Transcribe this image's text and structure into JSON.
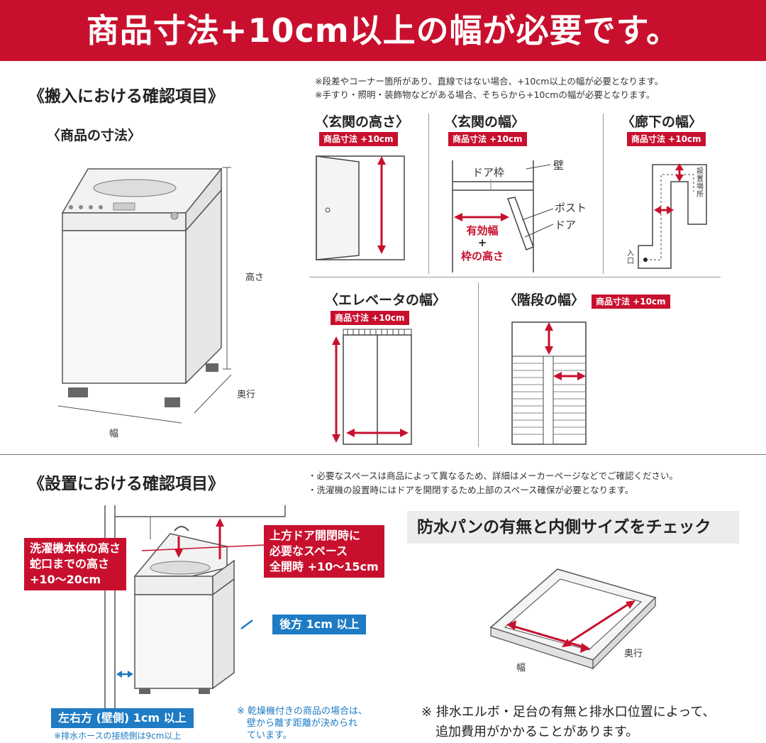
{
  "banner": {
    "title": "商品寸法+10cm以上の幅が必要です。"
  },
  "carry_in": {
    "title": "《搬入における確認項目》",
    "notes": [
      "※段差やコーナー箇所があり、直線ではない場合、+10cm以上の幅が必要となります。",
      "※手すり・照明・装飾物などがある場合、そちらから+10cmの幅が必要となります。"
    ],
    "product": {
      "title": "〈商品の寸法〉",
      "height_label": "高さ",
      "depth_label": "奥行",
      "width_label": "幅"
    },
    "entrance_height": {
      "title": "〈玄関の高さ〉",
      "badge": "商品寸法 +10cm"
    },
    "entrance_width": {
      "title": "〈玄関の幅〉",
      "badge": "商品寸法 +10cm",
      "frame_label": "ドア枠",
      "wall_label": "壁",
      "post_label": "ポスト",
      "door_label": "ドア",
      "effective_label": "有効幅",
      "plus": "+",
      "frame_height_label": "枠の高さ"
    },
    "hallway": {
      "title": "〈廊下の幅〉",
      "badge": "商品寸法 +10cm",
      "install_label": "設置場所",
      "entrance_label": "入口"
    },
    "elevator": {
      "title": "〈エレベータの幅〉",
      "badge": "商品寸法 +10cm"
    },
    "stairs": {
      "title": "〈階段の幅〉",
      "badge": "商品寸法 +10cm"
    }
  },
  "install": {
    "title": "《設置における確認項目》",
    "notes": [
      "・必要なスペースは商品によって異なるため、詳細はメーカーページなどでご確認ください。",
      "・洗濯機の設置時にはドアを開閉するため上部のスペース確保が必要となります。"
    ],
    "callout_height": [
      "洗濯機本体の高さ",
      "蛇口までの高さ",
      "+10～20cm"
    ],
    "callout_top": [
      "上方ドア開閉時に",
      "必要なスペース",
      "全開時 +10～15cm"
    ],
    "callout_back": "後方 1cm 以上",
    "callout_side": "左右方 (壁側) 1cm 以上",
    "hose_note": "※排水ホースの接続側は9cm以上",
    "dryer_note": [
      "※ 乾燥機付きの商品の場合は、",
      "壁から離す距離が決められ",
      "ています。"
    ],
    "pan": {
      "title": "防水パンの有無と内側サイズをチェック",
      "width_label": "幅",
      "depth_label": "奥行"
    },
    "bottom_note": [
      "※ 排水エルボ・足台の有無と排水口位置によって、",
      "追加費用がかかることがあります。"
    ]
  },
  "colors": {
    "accent_red": "#c8102e",
    "accent_blue": "#1e7bc4",
    "gray_box": "#ececec"
  }
}
